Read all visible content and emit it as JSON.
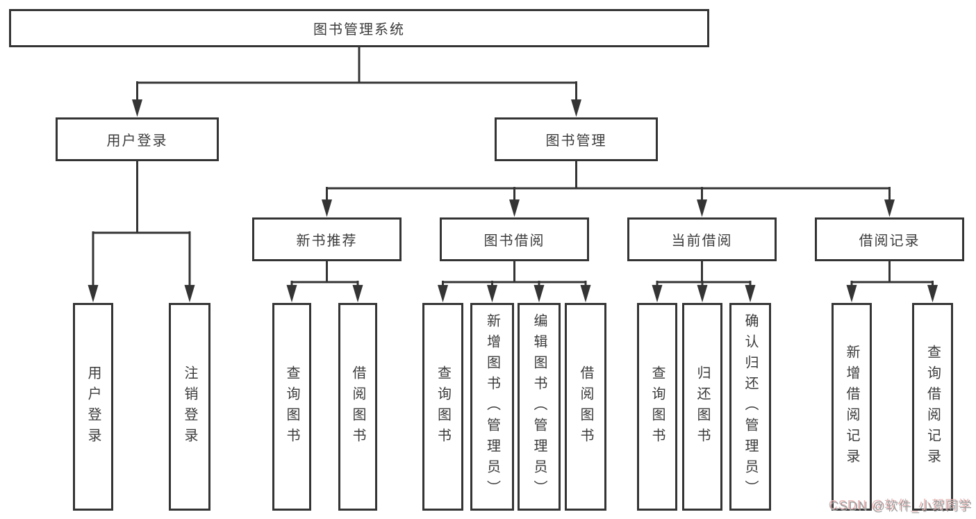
{
  "diagram": {
    "title": "图书管理系统",
    "tree": {
      "label": "图书管理系统",
      "children": [
        {
          "label": "用户登录",
          "children": [
            {
              "label": "用户登录"
            },
            {
              "label": "注销登录"
            }
          ]
        },
        {
          "label": "图书管理",
          "children": [
            {
              "label": "新书推荐",
              "children": [
                {
                  "label": "查询图书"
                },
                {
                  "label": "借阅图书"
                }
              ]
            },
            {
              "label": "图书借阅",
              "children": [
                {
                  "label": "查询图书"
                },
                {
                  "label": "新增图书（管理员）"
                },
                {
                  "label": "编辑图书（管理员）"
                },
                {
                  "label": "借阅图书"
                }
              ]
            },
            {
              "label": "当前借阅",
              "children": [
                {
                  "label": "查询图书"
                },
                {
                  "label": "归还图书"
                },
                {
                  "label": "确认归还（管理员）"
                }
              ]
            },
            {
              "label": "借阅记录",
              "children": [
                {
                  "label": "新增借阅记录"
                },
                {
                  "label": "查询借阅记录"
                }
              ]
            }
          ]
        }
      ]
    }
  },
  "watermark": {
    "text": "CSDN @软件_小贺同学"
  },
  "colors": {
    "line": "#343434",
    "box_border": "#343434",
    "text": "#3b3b3b",
    "background": "#ffffff",
    "watermark_gray": "#9c9c9c",
    "watermark_red": "#e6b4b4"
  }
}
